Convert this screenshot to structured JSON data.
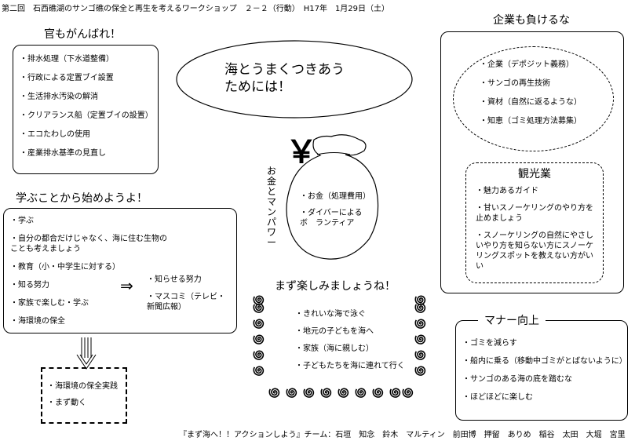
{
  "header": {
    "title": "第二回　石西礁湖のサンゴ礁の保全と再生を考えるワークショップ　２－２（行動）　H17年　1月29日（土）"
  },
  "center": {
    "ellipse_line1": "海とうまくつきあう",
    "ellipse_line2": "ためには！",
    "yen": "￥",
    "vertical_label": "お金とマンパワー",
    "bag_items": [
      "・お金（処理費用）",
      "・ダイバーによるボ　ランティア"
    ]
  },
  "kan": {
    "heading": "官もがんばれ！",
    "items": [
      "・排水処理（下水道整備）",
      "・行政による定置ブイ設置",
      "・生活排水汚染の解消",
      "・クリアランス船（定置ブイの設置）",
      "・エコたわしの使用",
      "・産業排水基準の見直し"
    ]
  },
  "manabu": {
    "heading": "学ぶことから始めようよ！",
    "items": [
      "・学ぶ",
      "・自分の都合だけじゃなく、海に住む生物の　ことも考えましょう",
      "・教育（小・中学生に対する）",
      "・知る努力",
      "・家族で楽しむ・学ぶ",
      "・海環境の保全"
    ],
    "side_arrow": "⇒",
    "side_items": [
      "・知らせる努力",
      "・マスコミ（テレビ・新聞広報）"
    ]
  },
  "action": {
    "items": [
      "・海環境の保全実践",
      "・まず動く"
    ]
  },
  "kigyo": {
    "heading": "企業も負けるな",
    "items": [
      "・企業（デポジット義務）",
      "・サンゴの再生技術",
      "・資材（自然に返るような）",
      "・知恵（ゴミ処理方法募集）"
    ]
  },
  "kanko": {
    "heading": "観光業",
    "items": [
      "・魅力あるガイド",
      "・甘いスノーケリングのやり方を止めましょう",
      "・スノーケリングの自然にやさしいやり方を知らない方にスノーケリングスポットを教えない方がいい"
    ]
  },
  "tanoshimi": {
    "heading": "まず楽しみましょうね！",
    "items": [
      "・きれいな海で泳ぐ",
      "・地元の子どもを海へ",
      "・家族（海に親しむ）",
      "・子どもたちを海に連れて行く"
    ]
  },
  "manner": {
    "heading": "マナー向上",
    "items": [
      "・ゴミを減らす",
      "・船内に乗る（移動中ゴミがとばないように）",
      "・サンゴのある海の底を踏むな",
      "・ほどほどに楽しむ"
    ]
  },
  "footer": {
    "text": "『まず海へ！！アクションしよう』チーム：石垣　知念　鈴木　マルティン　前田博　押留　ありめ　稲谷　太田　大堀　宮里"
  }
}
